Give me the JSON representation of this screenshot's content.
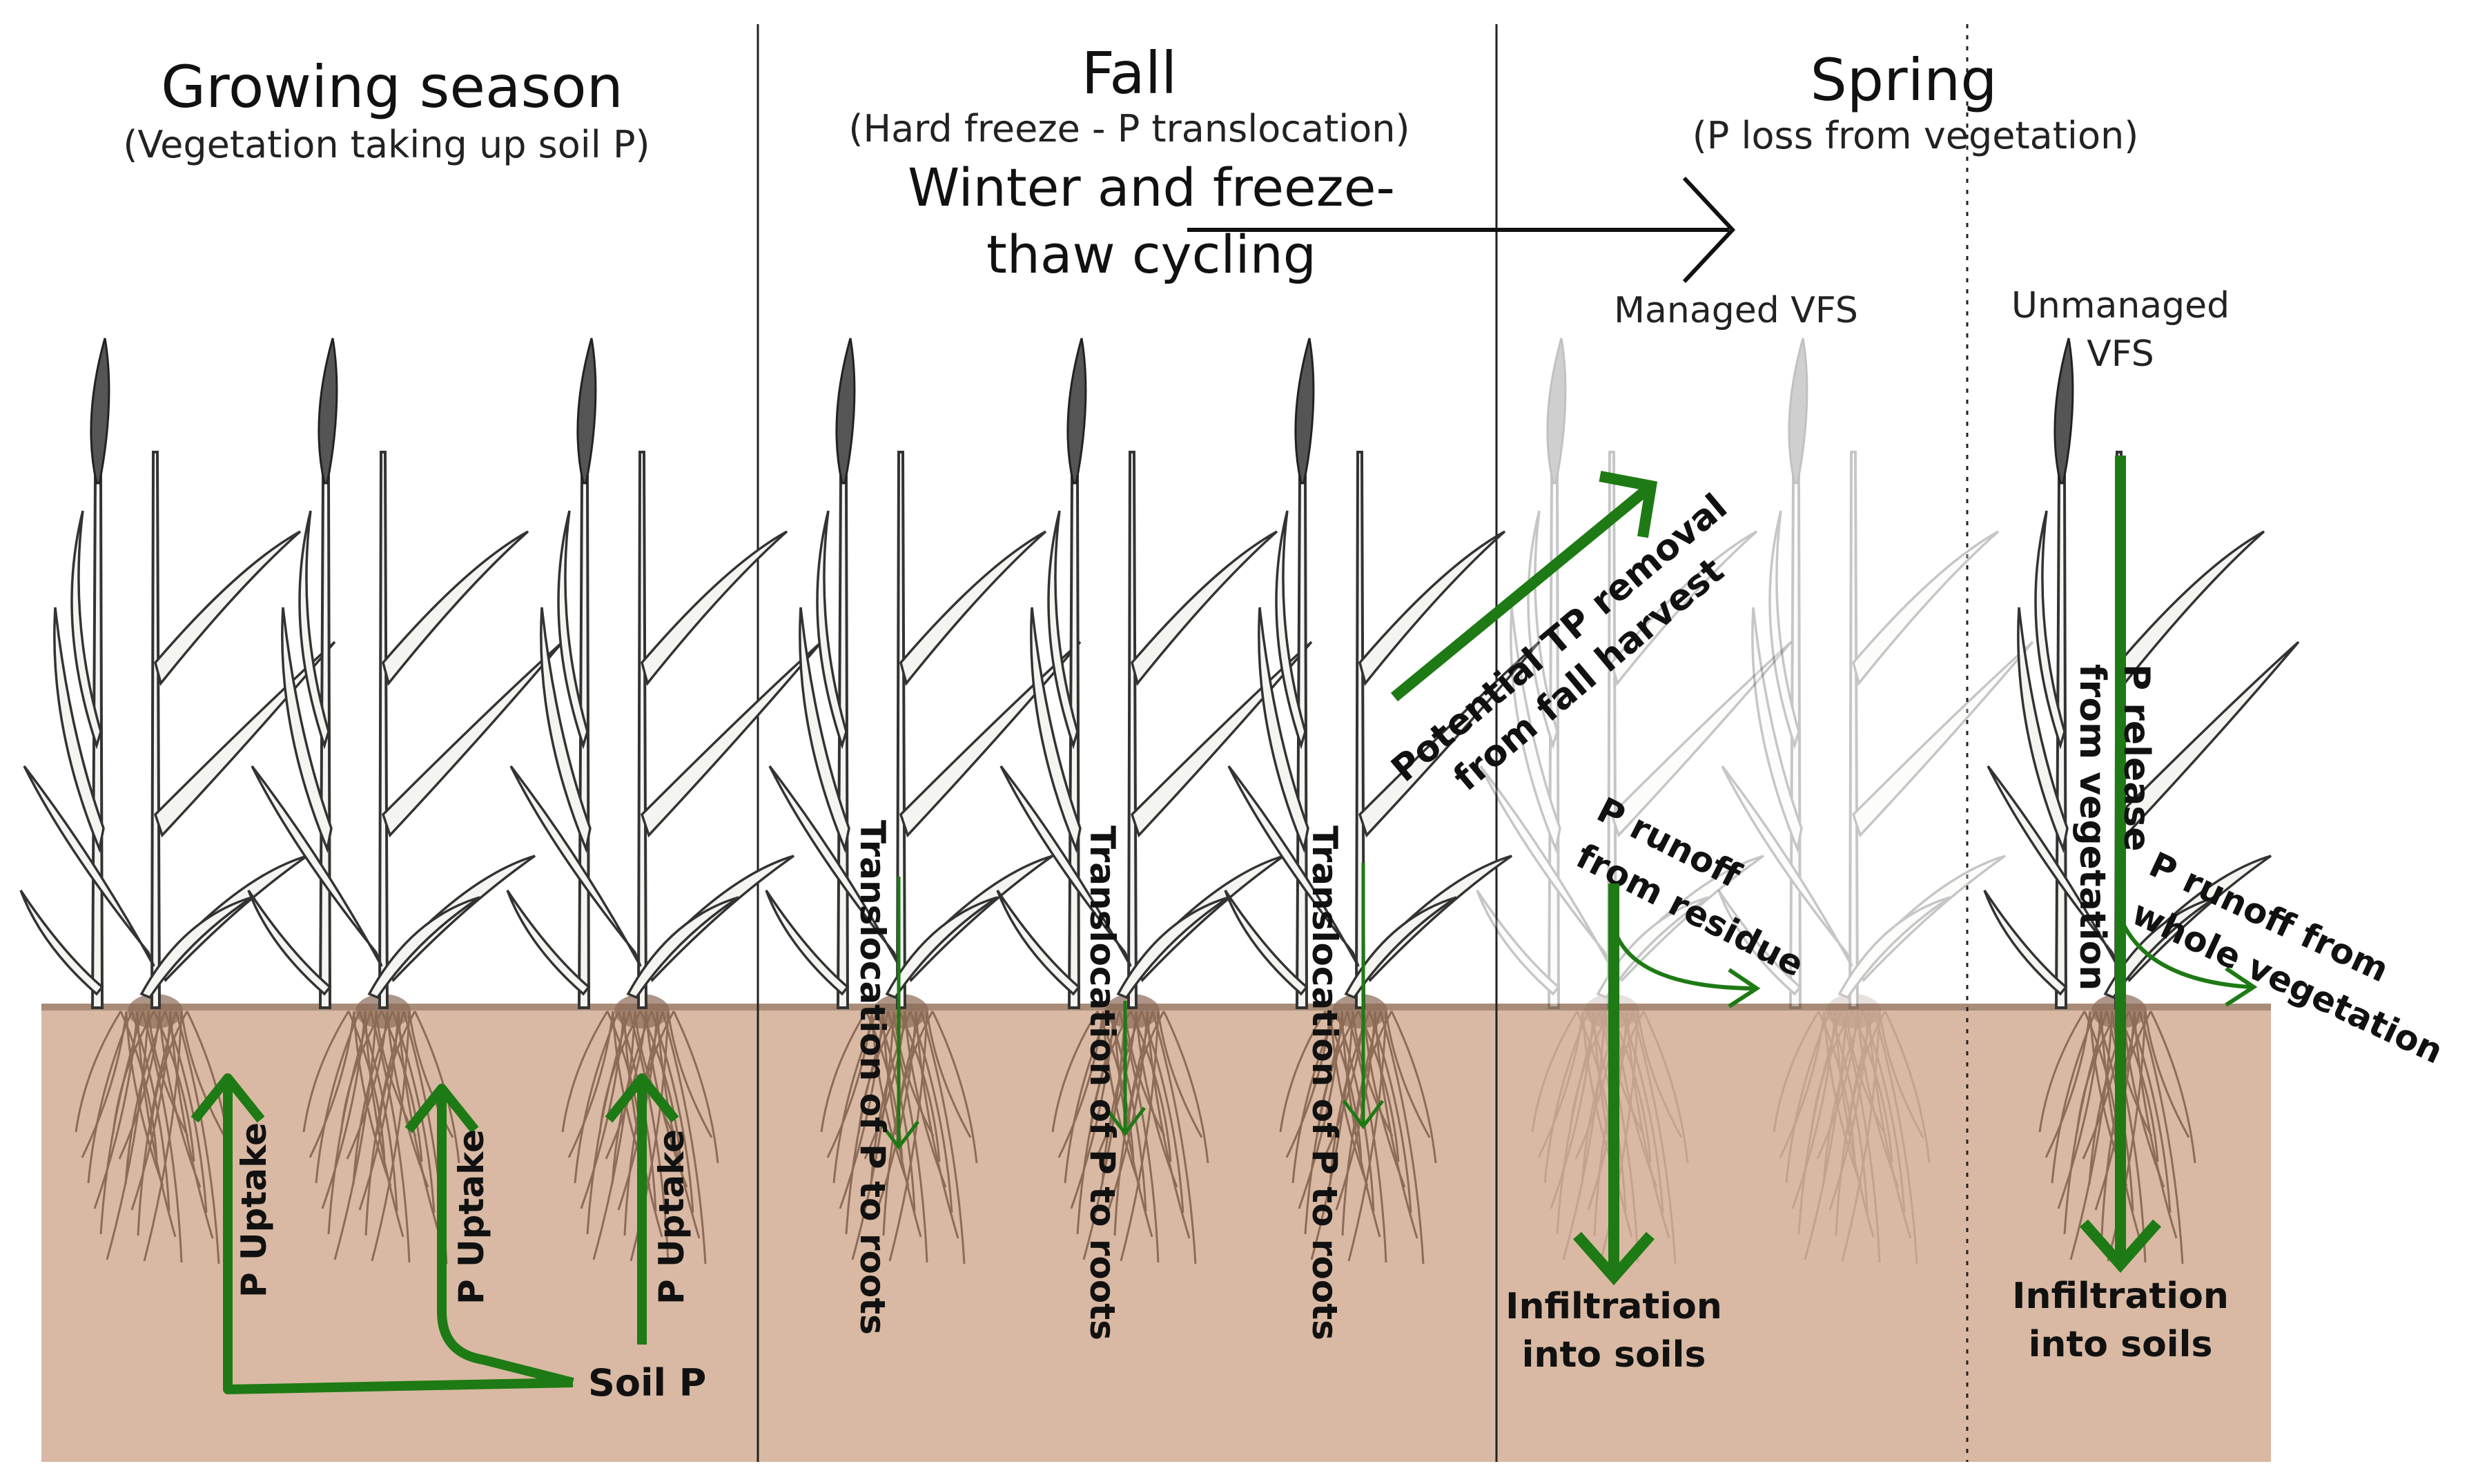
{
  "seasons": {
    "growing": {
      "title": "Growing season",
      "subtitle": "(Vegetation taking up soil P)"
    },
    "fall": {
      "title": "Fall",
      "subtitle": "(Hard freeze - P translocation)",
      "winter_line1": "Winter and freeze-",
      "winter_line2": "thaw cycling"
    },
    "spring": {
      "title": "Spring",
      "subtitle": "(P loss from vegetation)"
    }
  },
  "labels": {
    "managed": "Managed VFS",
    "unmanaged_line1": "Unmanaged",
    "unmanaged_line2": "VFS",
    "uptake": "P Uptake",
    "soil_p": "Soil P",
    "translocation": "Translocation of P to roots",
    "harvest_line1": "Potential TP removal",
    "harvest_line2": "from fall harvest",
    "residue_line1": "P runoff",
    "residue_line2": "from residue",
    "release_line1": "P release",
    "release_line2": "from vegetation",
    "whole_line1": "P runoff from",
    "whole_line2": "whole vegetation",
    "infiltration_line1": "Infiltration",
    "infiltration_line2": "into soils"
  },
  "colors": {
    "arrow_green": "#1e7a14",
    "soil": "#d9b9a3",
    "soil_edge": "#8a6a55",
    "root": "#7a5a45",
    "plant_stroke": "#333333",
    "plant_fill": "#f4f4f0"
  }
}
